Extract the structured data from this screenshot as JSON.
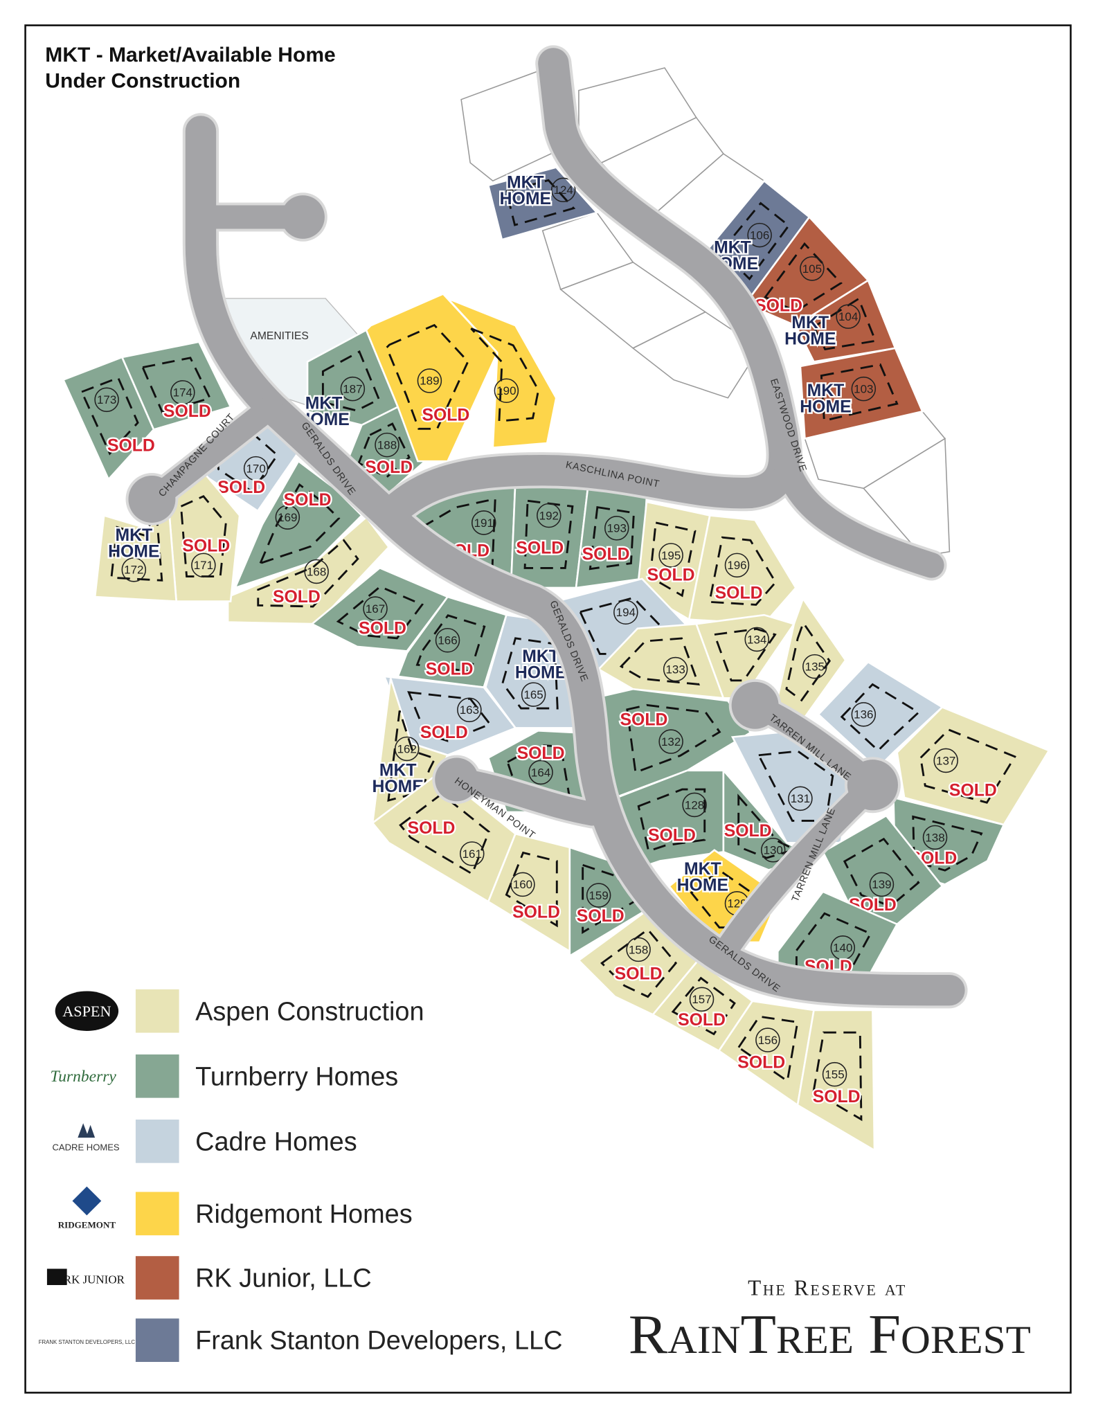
{
  "title": {
    "line1": "MKT - Market/Available Home",
    "line2": "Under Construction"
  },
  "status_labels": {
    "sold": "SOLD",
    "mkt_line1": "MKT",
    "mkt_line2": "HOME"
  },
  "amenities_label": "AMENITIES",
  "roads": {
    "champagne_court": "CHAMPAGNE COURT",
    "geralds_drive_1": "GERALDS DRIVE",
    "geralds_drive_2": "GERALDS DRIVE",
    "geralds_drive_3": "GERALDS DRIVE",
    "kaschlina_point": "KASCHLINA POINT",
    "eastwood_drive": "EASTWOOD DRIVE",
    "honeyman_point": "HONEYMAN POINT",
    "tarren_mill_lane_1": "TARREN MILL LANE",
    "tarren_mill_lane_2": "TARREN MILL LANE"
  },
  "builders": [
    {
      "key": "aspen",
      "name": "Aspen Construction",
      "color": "#e8e4b6",
      "logo_text": "ASPEN"
    },
    {
      "key": "turnberry",
      "name": "Turnberry Homes",
      "color": "#86a793",
      "logo_text": "Turnberry"
    },
    {
      "key": "cadre",
      "name": "Cadre Homes",
      "color": "#c5d3de",
      "logo_text": "CADRE HOMES"
    },
    {
      "key": "ridgemont",
      "name": "Ridgemont Homes",
      "color": "#fdd54a",
      "logo_text": "RIDGEMONT"
    },
    {
      "key": "rkjunior",
      "name": "RK Junior, LLC",
      "color": "#b35e43",
      "logo_text": "RK JUNIOR"
    },
    {
      "key": "frankstanton",
      "name": "Frank Stanton Developers, LLC",
      "color": "#6d7a96",
      "logo_text": "FRANK STANTON DEVELOPERS, LLC"
    }
  ],
  "lots": [
    {
      "number": "124",
      "builder": "frankstanton",
      "status": "mkt"
    },
    {
      "number": "106",
      "builder": "frankstanton",
      "status": "mkt"
    },
    {
      "number": "105",
      "builder": "rkjunior",
      "status": "sold"
    },
    {
      "number": "104",
      "builder": "rkjunior",
      "status": "mkt"
    },
    {
      "number": "103",
      "builder": "rkjunior",
      "status": "mkt"
    },
    {
      "number": "173",
      "builder": "turnberry",
      "status": "sold"
    },
    {
      "number": "174",
      "builder": "turnberry",
      "status": "sold"
    },
    {
      "number": "187",
      "builder": "turnberry",
      "status": "mkt"
    },
    {
      "number": "188",
      "builder": "turnberry",
      "status": "sold"
    },
    {
      "number": "189",
      "builder": "ridgemont",
      "status": "sold"
    },
    {
      "number": "190",
      "builder": "ridgemont",
      "status": ""
    },
    {
      "number": "170",
      "builder": "cadre",
      "status": "sold"
    },
    {
      "number": "169",
      "builder": "turnberry",
      "status": "sold"
    },
    {
      "number": "168",
      "builder": "aspen",
      "status": "sold"
    },
    {
      "number": "171",
      "builder": "aspen",
      "status": "sold"
    },
    {
      "number": "172",
      "builder": "aspen",
      "status": "mkt"
    },
    {
      "number": "191",
      "builder": "turnberry",
      "status": "sold"
    },
    {
      "number": "192",
      "builder": "turnberry",
      "status": "sold"
    },
    {
      "number": "193",
      "builder": "turnberry",
      "status": "sold"
    },
    {
      "number": "195",
      "builder": "aspen",
      "status": "sold"
    },
    {
      "number": "196",
      "builder": "aspen",
      "status": "sold"
    },
    {
      "number": "194",
      "builder": "cadre",
      "status": ""
    },
    {
      "number": "167",
      "builder": "turnberry",
      "status": "sold"
    },
    {
      "number": "166",
      "builder": "turnberry",
      "status": "sold"
    },
    {
      "number": "165",
      "builder": "cadre",
      "status": "mkt"
    },
    {
      "number": "163",
      "builder": "cadre",
      "status": "sold"
    },
    {
      "number": "162",
      "builder": "aspen",
      "status": "mkt"
    },
    {
      "number": "164",
      "builder": "turnberry",
      "status": "sold"
    },
    {
      "number": "133",
      "builder": "aspen",
      "status": ""
    },
    {
      "number": "134",
      "builder": "aspen",
      "status": ""
    },
    {
      "number": "135",
      "builder": "aspen",
      "status": ""
    },
    {
      "number": "136",
      "builder": "cadre",
      "status": ""
    },
    {
      "number": "137",
      "builder": "aspen",
      "status": "sold"
    },
    {
      "number": "132",
      "builder": "turnberry",
      "status": "sold"
    },
    {
      "number": "131",
      "builder": "cadre",
      "status": ""
    },
    {
      "number": "128",
      "builder": "turnberry",
      "status": "sold"
    },
    {
      "number": "130",
      "builder": "turnberry",
      "status": "sold"
    },
    {
      "number": "138",
      "builder": "turnberry",
      "status": "sold"
    },
    {
      "number": "139",
      "builder": "turnberry",
      "status": "sold"
    },
    {
      "number": "129",
      "builder": "ridgemont",
      "status": "mkt"
    },
    {
      "number": "140",
      "builder": "turnberry",
      "status": "sold"
    },
    {
      "number": "161",
      "builder": "aspen",
      "status": "sold"
    },
    {
      "number": "160",
      "builder": "aspen",
      "status": "sold"
    },
    {
      "number": "159",
      "builder": "turnberry",
      "status": "sold"
    },
    {
      "number": "158",
      "builder": "aspen",
      "status": "sold"
    },
    {
      "number": "157",
      "builder": "aspen",
      "status": "sold"
    },
    {
      "number": "156",
      "builder": "aspen",
      "status": "sold"
    },
    {
      "number": "155",
      "builder": "aspen",
      "status": "sold"
    }
  ],
  "brand": {
    "line1": "The Reserve at",
    "line2": "RainTree Forest"
  }
}
